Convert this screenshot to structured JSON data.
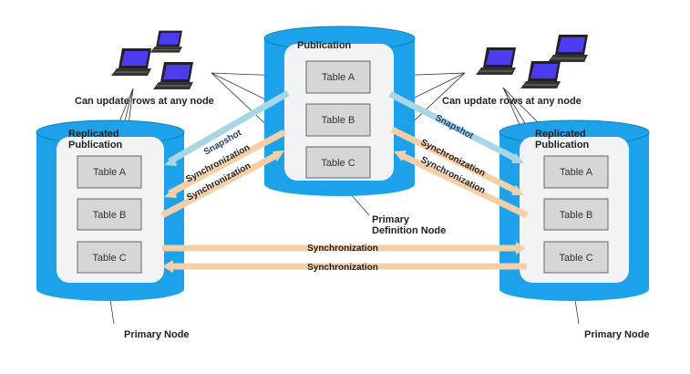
{
  "colors": {
    "cylinder": "#1da1e8",
    "panel": "#f2f3f5",
    "table": "#d6d6d6",
    "snapshot": "#a9d6e5",
    "sync": "#f6cfa9"
  },
  "center_node": {
    "title": "Publication",
    "tables": [
      "Table A",
      "Table B",
      "Table C"
    ],
    "caption_line1": "Primary",
    "caption_line2": "Definition Node"
  },
  "left_node": {
    "title_line1": "Replicated",
    "title_line2": "Publication",
    "tables": [
      "Table A",
      "Table B",
      "Table C"
    ],
    "caption": "Primary Node"
  },
  "right_node": {
    "title_line1": "Replicated",
    "title_line2": "Publication",
    "tables": [
      "Table A",
      "Table B",
      "Table C"
    ],
    "caption": "Primary Node"
  },
  "clients_left": {
    "icon": "laptop-icon",
    "label": "Can update rows at any node"
  },
  "clients_right": {
    "icon": "laptop-icon",
    "label": "Can update rows at any node"
  },
  "arrows": {
    "snapshot": "Snapshot",
    "sync": "Synchronization"
  }
}
